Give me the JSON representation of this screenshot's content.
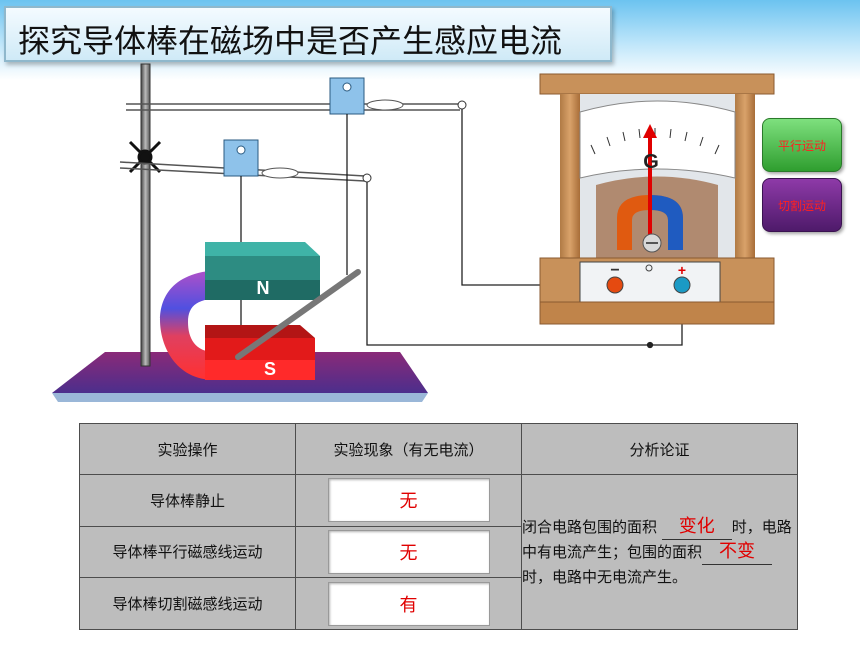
{
  "title": "探究导体棒在磁场中是否产生感应电流",
  "magnet": {
    "north_label": "N",
    "south_label": "S"
  },
  "galvanometer": {
    "label": "G",
    "minus_label": "−",
    "plus_label": "+"
  },
  "buttons": {
    "parallel": "平行运动",
    "cut": "切割运动"
  },
  "table": {
    "headers": [
      "实验操作",
      "实验现象（有无电流）",
      "分析论证"
    ],
    "rows": [
      {
        "operation": "导体棒静止",
        "phenomenon": "无"
      },
      {
        "operation": "导体棒平行磁感线运动",
        "phenomenon": "无"
      },
      {
        "operation": "导体棒切割磁感线运动",
        "phenomenon": "有"
      }
    ],
    "analysis": {
      "part1": "闭合电路包围的面积",
      "answer1": "变化",
      "part2": "时，电路中有电流产生；包围的面积",
      "answer2": "不变",
      "part3": "时，电路中无电流产生。"
    }
  },
  "colors": {
    "answer_red": "#e00000",
    "table_bg": "#bdbdbd"
  }
}
